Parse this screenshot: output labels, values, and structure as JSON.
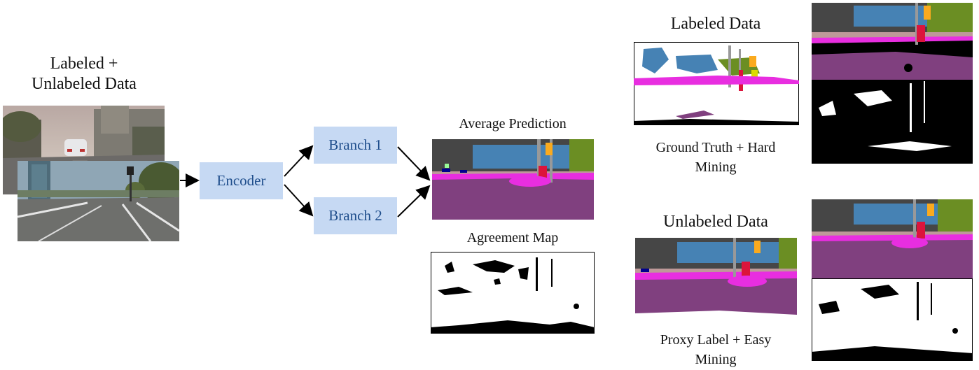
{
  "input": {
    "title_line1": "Labeled +",
    "title_line2": "Unlabeled Data"
  },
  "encoder": {
    "label": "Encoder"
  },
  "branches": [
    {
      "label": "Branch 1"
    },
    {
      "label": "Branch 2"
    }
  ],
  "average_prediction": {
    "title": "Average Prediction"
  },
  "agreement_map": {
    "title": "Agreement Map"
  },
  "labeled_panel": {
    "title": "Labeled Data",
    "caption_line1": "Ground Truth + Hard",
    "caption_line2": "Mining"
  },
  "unlabeled_panel": {
    "title": "Unlabeled Data",
    "caption_line1": "Proxy Label + Easy",
    "caption_line2": "Mining"
  },
  "colors": {
    "box_fill": "#c6d9f3",
    "box_text": "#1f4e8c",
    "road": "#80407f",
    "sidewalk": "#e82ee0",
    "building": "#464646",
    "sky": "#4682b4",
    "vegetation": "#6b8e23",
    "terrain": "#98fb98",
    "pole": "#999999",
    "sign": "#dcdc00",
    "light": "#faaa1e",
    "person": "#dc143c",
    "car": "#00008e",
    "wall": "#be9999"
  }
}
